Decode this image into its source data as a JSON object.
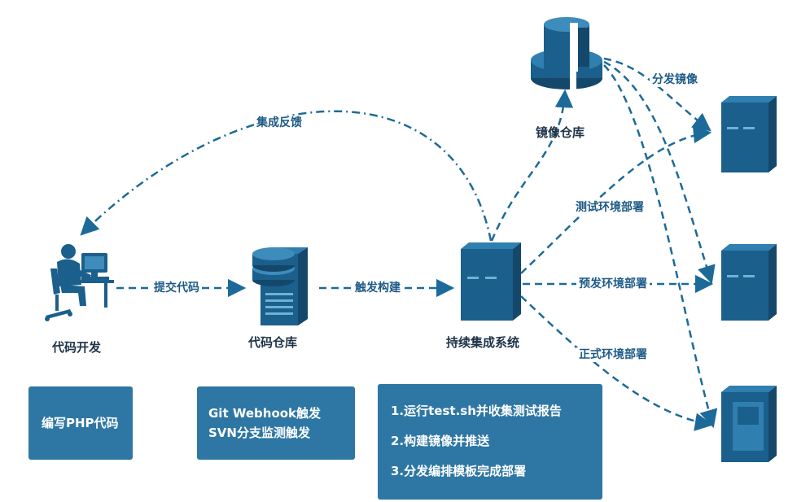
{
  "nodes": {
    "developer": {
      "label": "代码开发",
      "icon": "developer-at-computer-icon"
    },
    "code_repo": {
      "label": "代码仓库",
      "icon": "database-server-icon"
    },
    "ci_system": {
      "label": "持续集成系统",
      "icon": "server-icon"
    },
    "image_repo": {
      "label": "镜像仓库",
      "icon": "database-icon"
    },
    "target_servers": [
      {
        "icon": "server-icon"
      },
      {
        "icon": "server-icon"
      },
      {
        "icon": "server-tower-icon"
      }
    ]
  },
  "edges": {
    "commit_code": "提交代码",
    "trigger_build": "触发构建",
    "integration_feedback": "集成反馈",
    "distribute_image": "分发镜像",
    "deploy_test": "测试环境部署",
    "deploy_pre": "预发环境部署",
    "deploy_prod": "正式环境部署"
  },
  "boxes": {
    "write_code": {
      "lines": [
        "编写PHP代码"
      ]
    },
    "triggers": {
      "lines": [
        "Git Webhook触发",
        "SVN分支监测触发"
      ]
    },
    "ci_steps": {
      "lines": [
        "1.运行test.sh并收集测试报告",
        "2.构建镜像并推送",
        "3.分发编排模板完成部署"
      ]
    }
  },
  "colors": {
    "primary": "#1c6a99",
    "icon_dark": "#1b5f8c",
    "icon_light": "#2f7fb0",
    "box": "#2e77a4",
    "label_text": "#1d3347"
  }
}
